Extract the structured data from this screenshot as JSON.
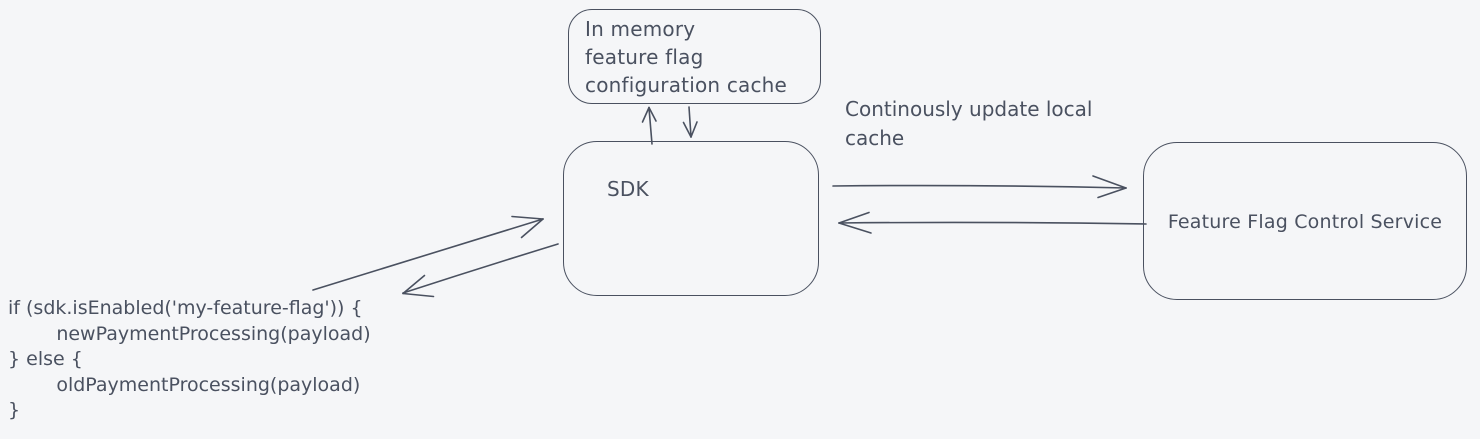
{
  "canvas": {
    "background_color": "#f5f6f8",
    "stroke_color": "#4a5160"
  },
  "nodes": {
    "cache": {
      "label": "In memory\nfeature flag\nconfiguration cache"
    },
    "sdk": {
      "label": "SDK"
    },
    "service": {
      "label": "Feature Flag Control Service"
    }
  },
  "annotations": {
    "update_note": "Continously update local\ncache",
    "code": "if (sdk.isEnabled('my-feature-flag')) {\n        newPaymentProcessing(payload)\n} else {\n        oldPaymentProcessing(payload)\n}"
  },
  "arrows": [
    {
      "name": "arrow-sdk-to-cache",
      "direction": "up"
    },
    {
      "name": "arrow-cache-to-sdk",
      "direction": "down"
    },
    {
      "name": "arrow-sdk-to-service",
      "direction": "right"
    },
    {
      "name": "arrow-service-to-sdk",
      "direction": "left"
    },
    {
      "name": "arrow-code-to-sdk",
      "direction": "up-right"
    },
    {
      "name": "arrow-sdk-to-code",
      "direction": "down-left"
    }
  ]
}
